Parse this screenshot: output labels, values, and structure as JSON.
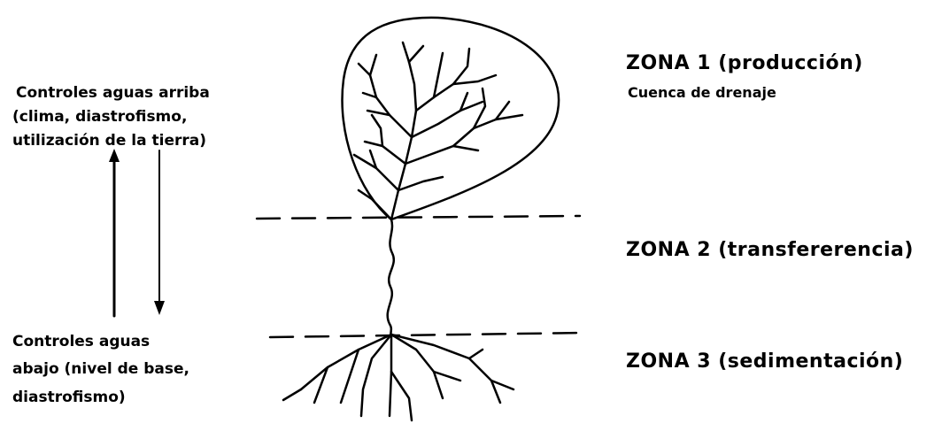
{
  "upstream_controls": [
    "Controles aguas arriba",
    "(clima, diastrofismo,",
    "utilización de la tierra)"
  ],
  "downstream_controls": [
    "Controles aguas",
    "abajo (nivel de base,",
    "diastrofismo)"
  ],
  "zones": [
    {
      "title": "ZONA  1 (producción)",
      "subtitle": "Cuenca de drenaje"
    },
    {
      "title": "ZONA  2 (transfererencia)"
    },
    {
      "title": "ZONA  3 (sedimentación)"
    }
  ]
}
